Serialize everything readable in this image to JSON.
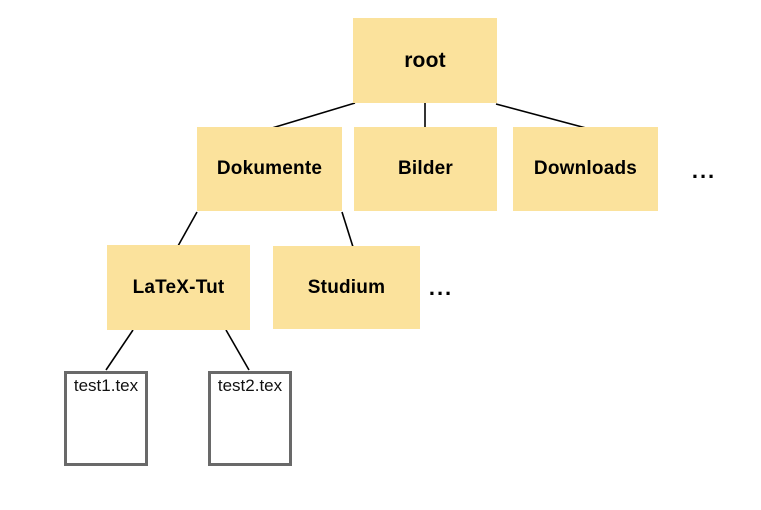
{
  "diagram": {
    "title": "file-system-tree",
    "nodes": {
      "root": {
        "label": "root",
        "type": "folder"
      },
      "dokumente": {
        "label": "Dokumente",
        "type": "folder"
      },
      "bilder": {
        "label": "Bilder",
        "type": "folder"
      },
      "downloads": {
        "label": "Downloads",
        "type": "folder"
      },
      "latex_tut": {
        "label": "LaTeX-Tut",
        "type": "folder"
      },
      "studium": {
        "label": "Studium",
        "type": "folder"
      },
      "test1": {
        "label": "test1.tex",
        "type": "file"
      },
      "test2": {
        "label": "test2.tex",
        "type": "file"
      }
    },
    "ellipsis": {
      "level2": "...",
      "level3": "..."
    },
    "edges": [
      {
        "from": "root",
        "to": "dokumente"
      },
      {
        "from": "root",
        "to": "bilder"
      },
      {
        "from": "root",
        "to": "downloads"
      },
      {
        "from": "dokumente",
        "to": "latex_tut"
      },
      {
        "from": "dokumente",
        "to": "studium"
      },
      {
        "from": "latex_tut",
        "to": "test1"
      },
      {
        "from": "latex_tut",
        "to": "test2"
      }
    ],
    "colors": {
      "folder_fill": "#FBE29C",
      "file_border": "#696969",
      "edge": "#000000",
      "text": "#000000",
      "background": "#FFFFFF"
    }
  }
}
